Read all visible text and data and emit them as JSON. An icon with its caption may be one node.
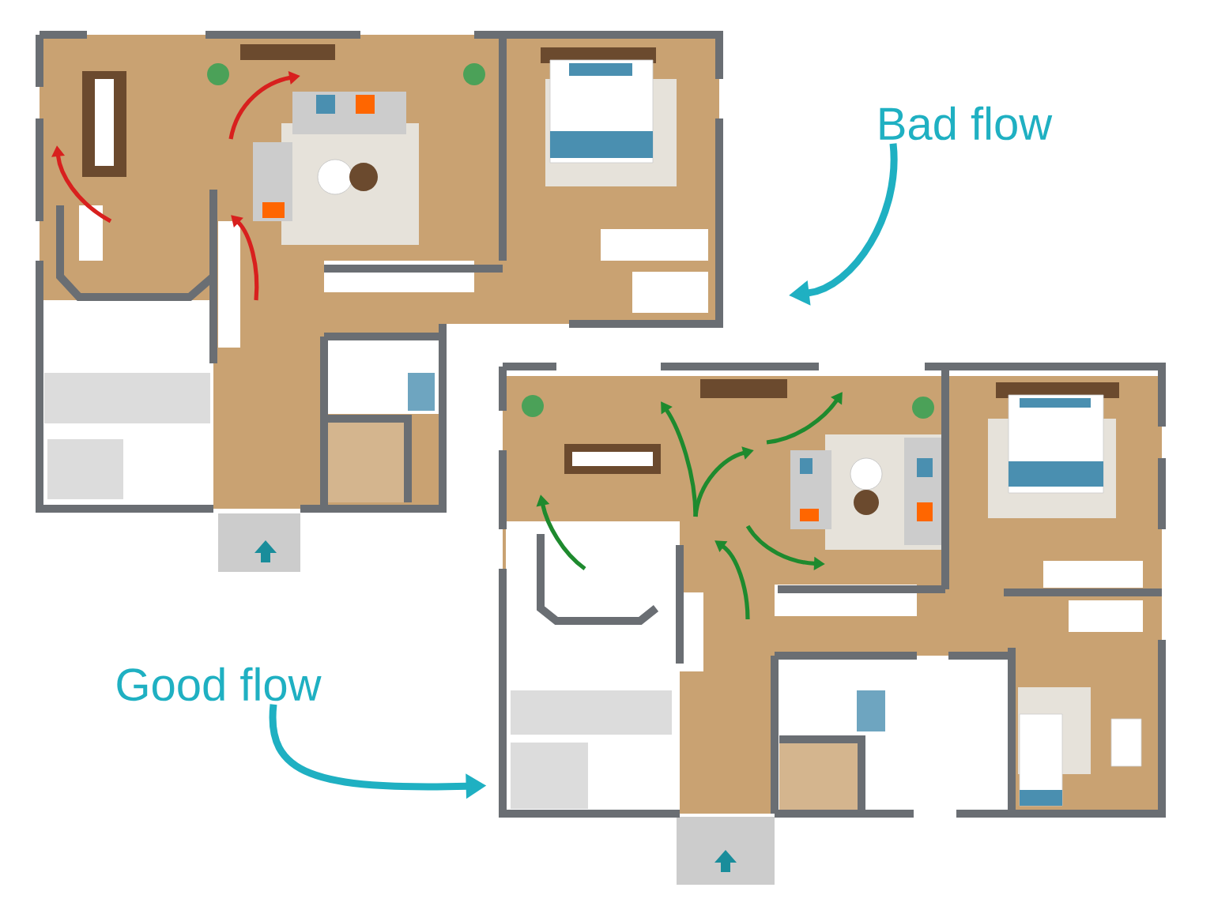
{
  "diagram": {
    "nodes": [
      {
        "text": [
          "Bad flow"
        ]
      },
      {
        "text": [],
        "shape": "picture"
      },
      {
        "text": [
          "Good flow"
        ]
      },
      {
        "text": [],
        "shape": "picture"
      }
    ],
    "edges": [
      {
        "from": 0,
        "to": 1,
        "arrow": "to"
      },
      {
        "from": 2,
        "to": 3,
        "arrow": "to"
      }
    ]
  }
}
